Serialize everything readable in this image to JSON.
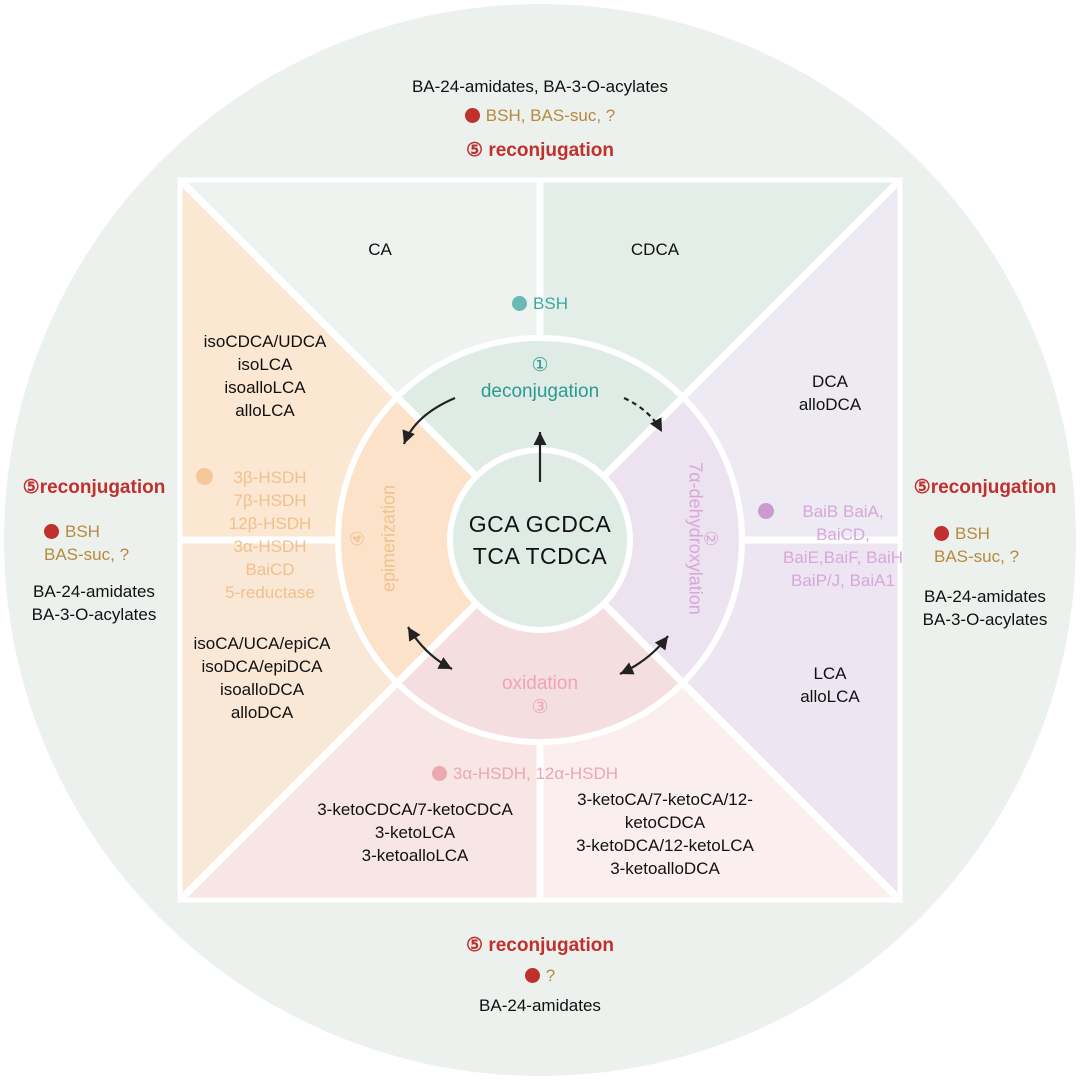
{
  "top": {
    "products": "BA-24-amidates, BA-3-O-acylates",
    "enzymes": "BSH, BAS-suc, ?",
    "title": "⑤ reconjugation"
  },
  "left": {
    "title": "⑤reconjugation",
    "enzymes_line1": "BSH",
    "enzymes_line2": "BAS-suc, ?",
    "products_line1": "BA-24-amidates",
    "products_line2": "BA-3-O-acylates"
  },
  "right": {
    "title": "⑤reconjugation",
    "enzymes_line1": "BSH",
    "enzymes_line2": "BAS-suc, ?",
    "products_line1": "BA-24-amidates",
    "products_line2": "BA-3-O-acylates"
  },
  "bottom": {
    "title": "⑤ reconjugation",
    "enzymes": "?",
    "products": "BA-24-amidates"
  },
  "sectors": {
    "ca": "CA",
    "cdca": "CDCA",
    "bsh_label": "BSH",
    "dca": [
      "DCA",
      "alloDCA"
    ],
    "lca": [
      "LCA",
      "alloLCA"
    ],
    "epimer_upper": [
      "isoCDCA/UDCA",
      "isoLCA",
      "isoalloLCA",
      "alloLCA"
    ],
    "epimer_lower": [
      "isoCA/UCA/epiCA",
      "isoDCA/epiDCA",
      "isoalloDCA",
      "alloDCA"
    ],
    "epimer_enzymes": [
      "3β-HSDH",
      "7β-HSDH",
      "12β-HSDH",
      "3α-HSDH",
      "BaiCD",
      "5-reductase"
    ],
    "dehydrox_enzymes": [
      "BaiB BaiA,",
      "BaiCD,",
      "BaiE,BaiF, BaiH",
      "BaiP/J, BaiA1"
    ],
    "oxid_enzymes": "3α-HSDH, 12α-HSDH",
    "oxid_left": [
      "3-ketoCDCA/7-ketoCDCA",
      "3-ketoLCA",
      "3-ketoalloLCA"
    ],
    "oxid_right": [
      "3-ketoCA/7-ketoCA/12-",
      "ketoCDCA",
      "3-ketoDCA/12-ketoLCA",
      "3-ketoalloDCA"
    ]
  },
  "ring": {
    "deconj_num": "①",
    "deconj_label": "deconjugation",
    "dehydrox_num": "②",
    "dehydrox_label": "7α-dehydroxylation",
    "oxid_label": "oxidation",
    "oxid_num": "③",
    "epimer_num": "④",
    "epimer_label": "epimerization"
  },
  "center": {
    "line1": "GCA  GCDCA",
    "line2": "TCA  TCDCA"
  },
  "colors": {
    "outer_circle": "#edf1ee",
    "red_dot": "#c0302c",
    "teal": "#2a9b8f",
    "orange": "#f2c08c",
    "purple": "#d6a7d9",
    "pink": "#eea5b2",
    "reconj_red": "#c0302c",
    "enzyme_brown": "#b58a3c"
  }
}
